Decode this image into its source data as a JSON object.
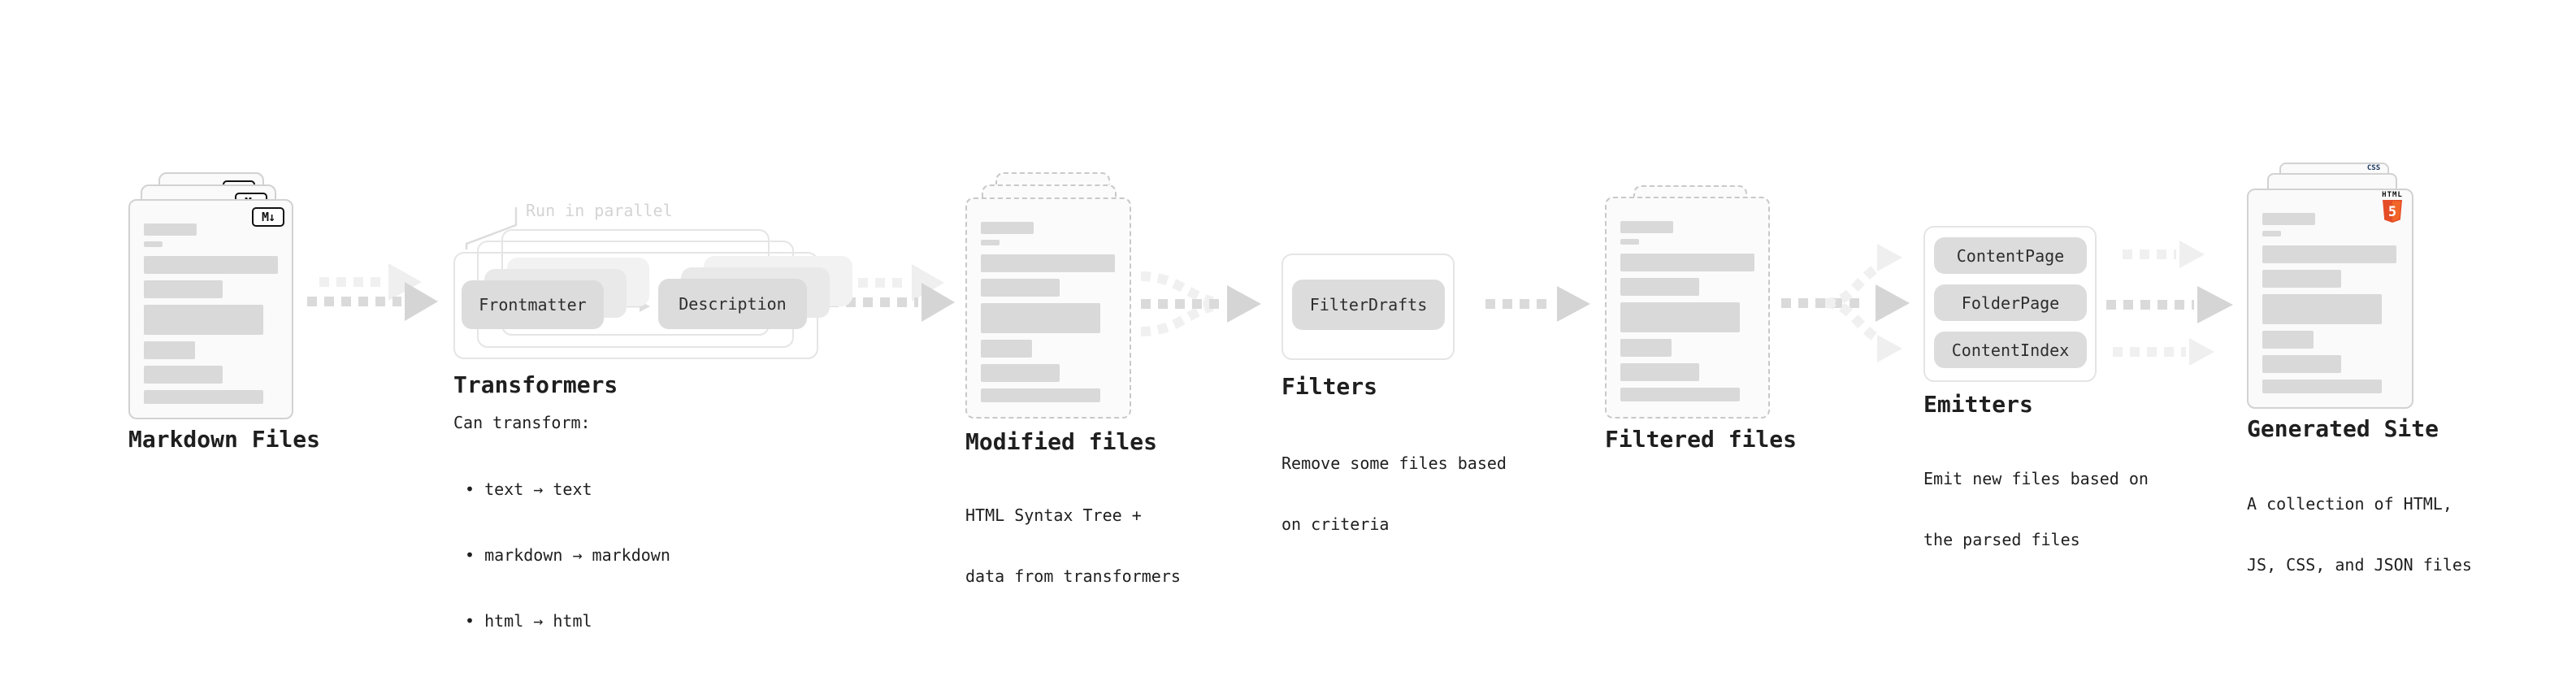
{
  "colors": {
    "background": "#ffffff",
    "card_bg": "#fafafa",
    "card_border": "#d2d2d2",
    "dashed_border": "#c9c9c9",
    "line_fill": "#d9d9d9",
    "pill_bg": "#dcdcdc",
    "pill_echo1": "#e9e9e9",
    "pill_echo2": "#f2f2f2",
    "outline_border": "#e5e5e5",
    "text": "#1f1f1f",
    "faint_text": "#d4d4d4",
    "arrow_dark": "#dadada",
    "arrow_dark_head": "#d5d5d5",
    "arrow_light": "#f0f0f0",
    "arrow_light_head": "#efefef",
    "html5_orange": "#e44d26",
    "html5_orange2": "#f16529",
    "js_yellow": "#ffdf00",
    "css_blue": "#2965f1"
  },
  "doc_line_pattern": [
    {
      "w": 65,
      "h": 15,
      "mb": 7
    },
    {
      "w": 23,
      "h": 7,
      "mb": 11
    },
    {
      "w": 165,
      "h": 22,
      "mb": 8
    },
    {
      "w": 97,
      "h": 22,
      "mb": 8
    },
    {
      "w": 147,
      "h": 37,
      "mb": 8
    },
    {
      "w": 63,
      "h": 22,
      "mb": 8
    },
    {
      "w": 97,
      "h": 22,
      "mb": 8
    },
    {
      "w": 147,
      "h": 17,
      "mb": 0
    }
  ],
  "stages": {
    "markdown": {
      "label": "Markdown Files",
      "badge": "M↓"
    },
    "transformers": {
      "annotation": "Run in parallel",
      "pills": {
        "left": "Frontmatter",
        "right": "Description"
      },
      "title": "Transformers",
      "body_intro": "Can transform:",
      "bullets": [
        "• text → text",
        "• markdown → markdown",
        "• html → html"
      ]
    },
    "modified_files": {
      "label": "Modified files",
      "subtitle": [
        "HTML Syntax Tree +",
        "data from transformers"
      ]
    },
    "filters": {
      "pill": "FilterDrafts",
      "title": "Filters",
      "subtitle": [
        "Remove some files based",
        "on criteria"
      ]
    },
    "filtered_files": {
      "label": "Filtered files"
    },
    "emitters": {
      "pills": [
        "ContentPage",
        "FolderPage",
        "ContentIndex"
      ],
      "title": "Emitters",
      "subtitle": [
        "Emit new files based on",
        "the parsed files"
      ]
    },
    "generated_site": {
      "label": "Generated Site",
      "subtitle": [
        "A collection of HTML,",
        "JS, CSS, and JSON files"
      ],
      "badges": {
        "html5_wordmark": "HTML",
        "html5_number": "5",
        "css": "CSS"
      }
    }
  }
}
